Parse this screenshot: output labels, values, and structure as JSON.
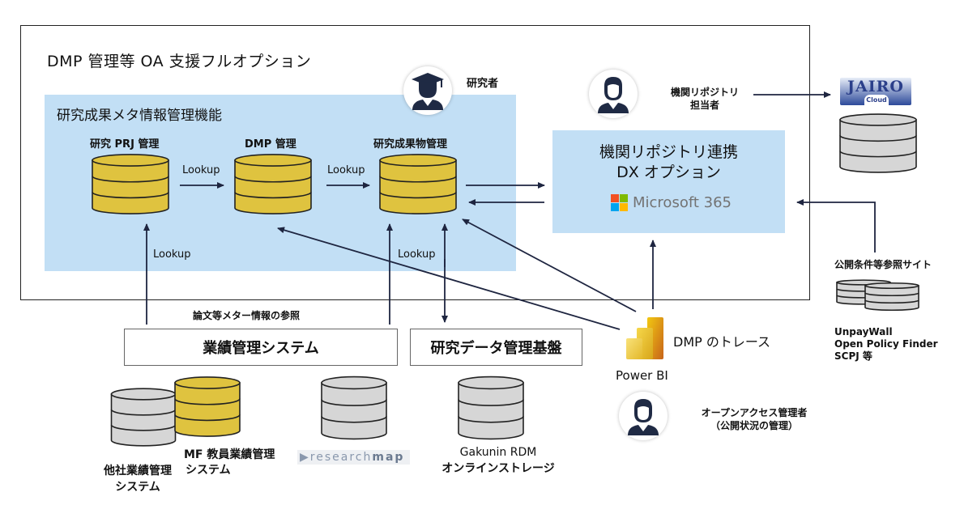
{
  "outer_frame": {
    "title": "DMP 管理等 OA 支援フルオプション"
  },
  "meta_panel": {
    "title": "研究成果メタ情報管理機能",
    "databases": [
      {
        "label": "研究 PRJ 管理",
        "color": "gold"
      },
      {
        "label": "DMP 管理",
        "color": "gold"
      },
      {
        "label": "研究成果物管理",
        "color": "gold"
      }
    ],
    "edge_labels": {
      "lookup_1": "Lookup",
      "lookup_2": "Lookup",
      "lookup_3": "Lookup",
      "lookup_4": "Lookup"
    }
  },
  "actors": {
    "researcher": {
      "label": "研究者",
      "icon": "graduate-icon"
    },
    "repo_staff": {
      "label_line1": "機関リポジトリ",
      "label_line2": "担当者",
      "icon": "person-icon"
    },
    "oa_manager": {
      "label_line1": "オープンアクセス管理者",
      "label_line2": "（公開状況の管理）",
      "icon": "person-icon"
    }
  },
  "dx_panel": {
    "title_line1": "機関リポジトリ連携",
    "title_line2": "DX オプション",
    "product": "Microsoft 365",
    "ms_colors": [
      "#f25022",
      "#7fba00",
      "#00a4ef",
      "#ffb900"
    ]
  },
  "jairo": {
    "name": "JAIRO",
    "sub": "Cloud"
  },
  "oa_sites": {
    "title": "公開条件等参照サイト",
    "lines": [
      "UnpayWall",
      "Open Policy Finder",
      "SCPJ 等"
    ]
  },
  "powerbi": {
    "label": "Power BI",
    "action": "DMP のトレース"
  },
  "lower": {
    "ref_label": "論文等メター情報の参照",
    "achievement_box": "業績管理システム",
    "rdm_box": "研究データ管理基盤",
    "other_system": {
      "line1": "他社業績管理",
      "line2": "システム"
    },
    "mf_system": {
      "line1": "MF 教員業績管理",
      "line2": "システム"
    },
    "researchmap": {
      "prefix": "research",
      "suffix": "map"
    },
    "gakunin": {
      "line1": "Gakunin RDM",
      "line2": "オンラインストレージ"
    }
  },
  "colors": {
    "panel_blue": "#c2dff5",
    "db_gold": "#dfc33f",
    "db_gray": "#d6d6d6",
    "arrow": "#1e2540",
    "avatar_fill": "#1f2a44"
  }
}
